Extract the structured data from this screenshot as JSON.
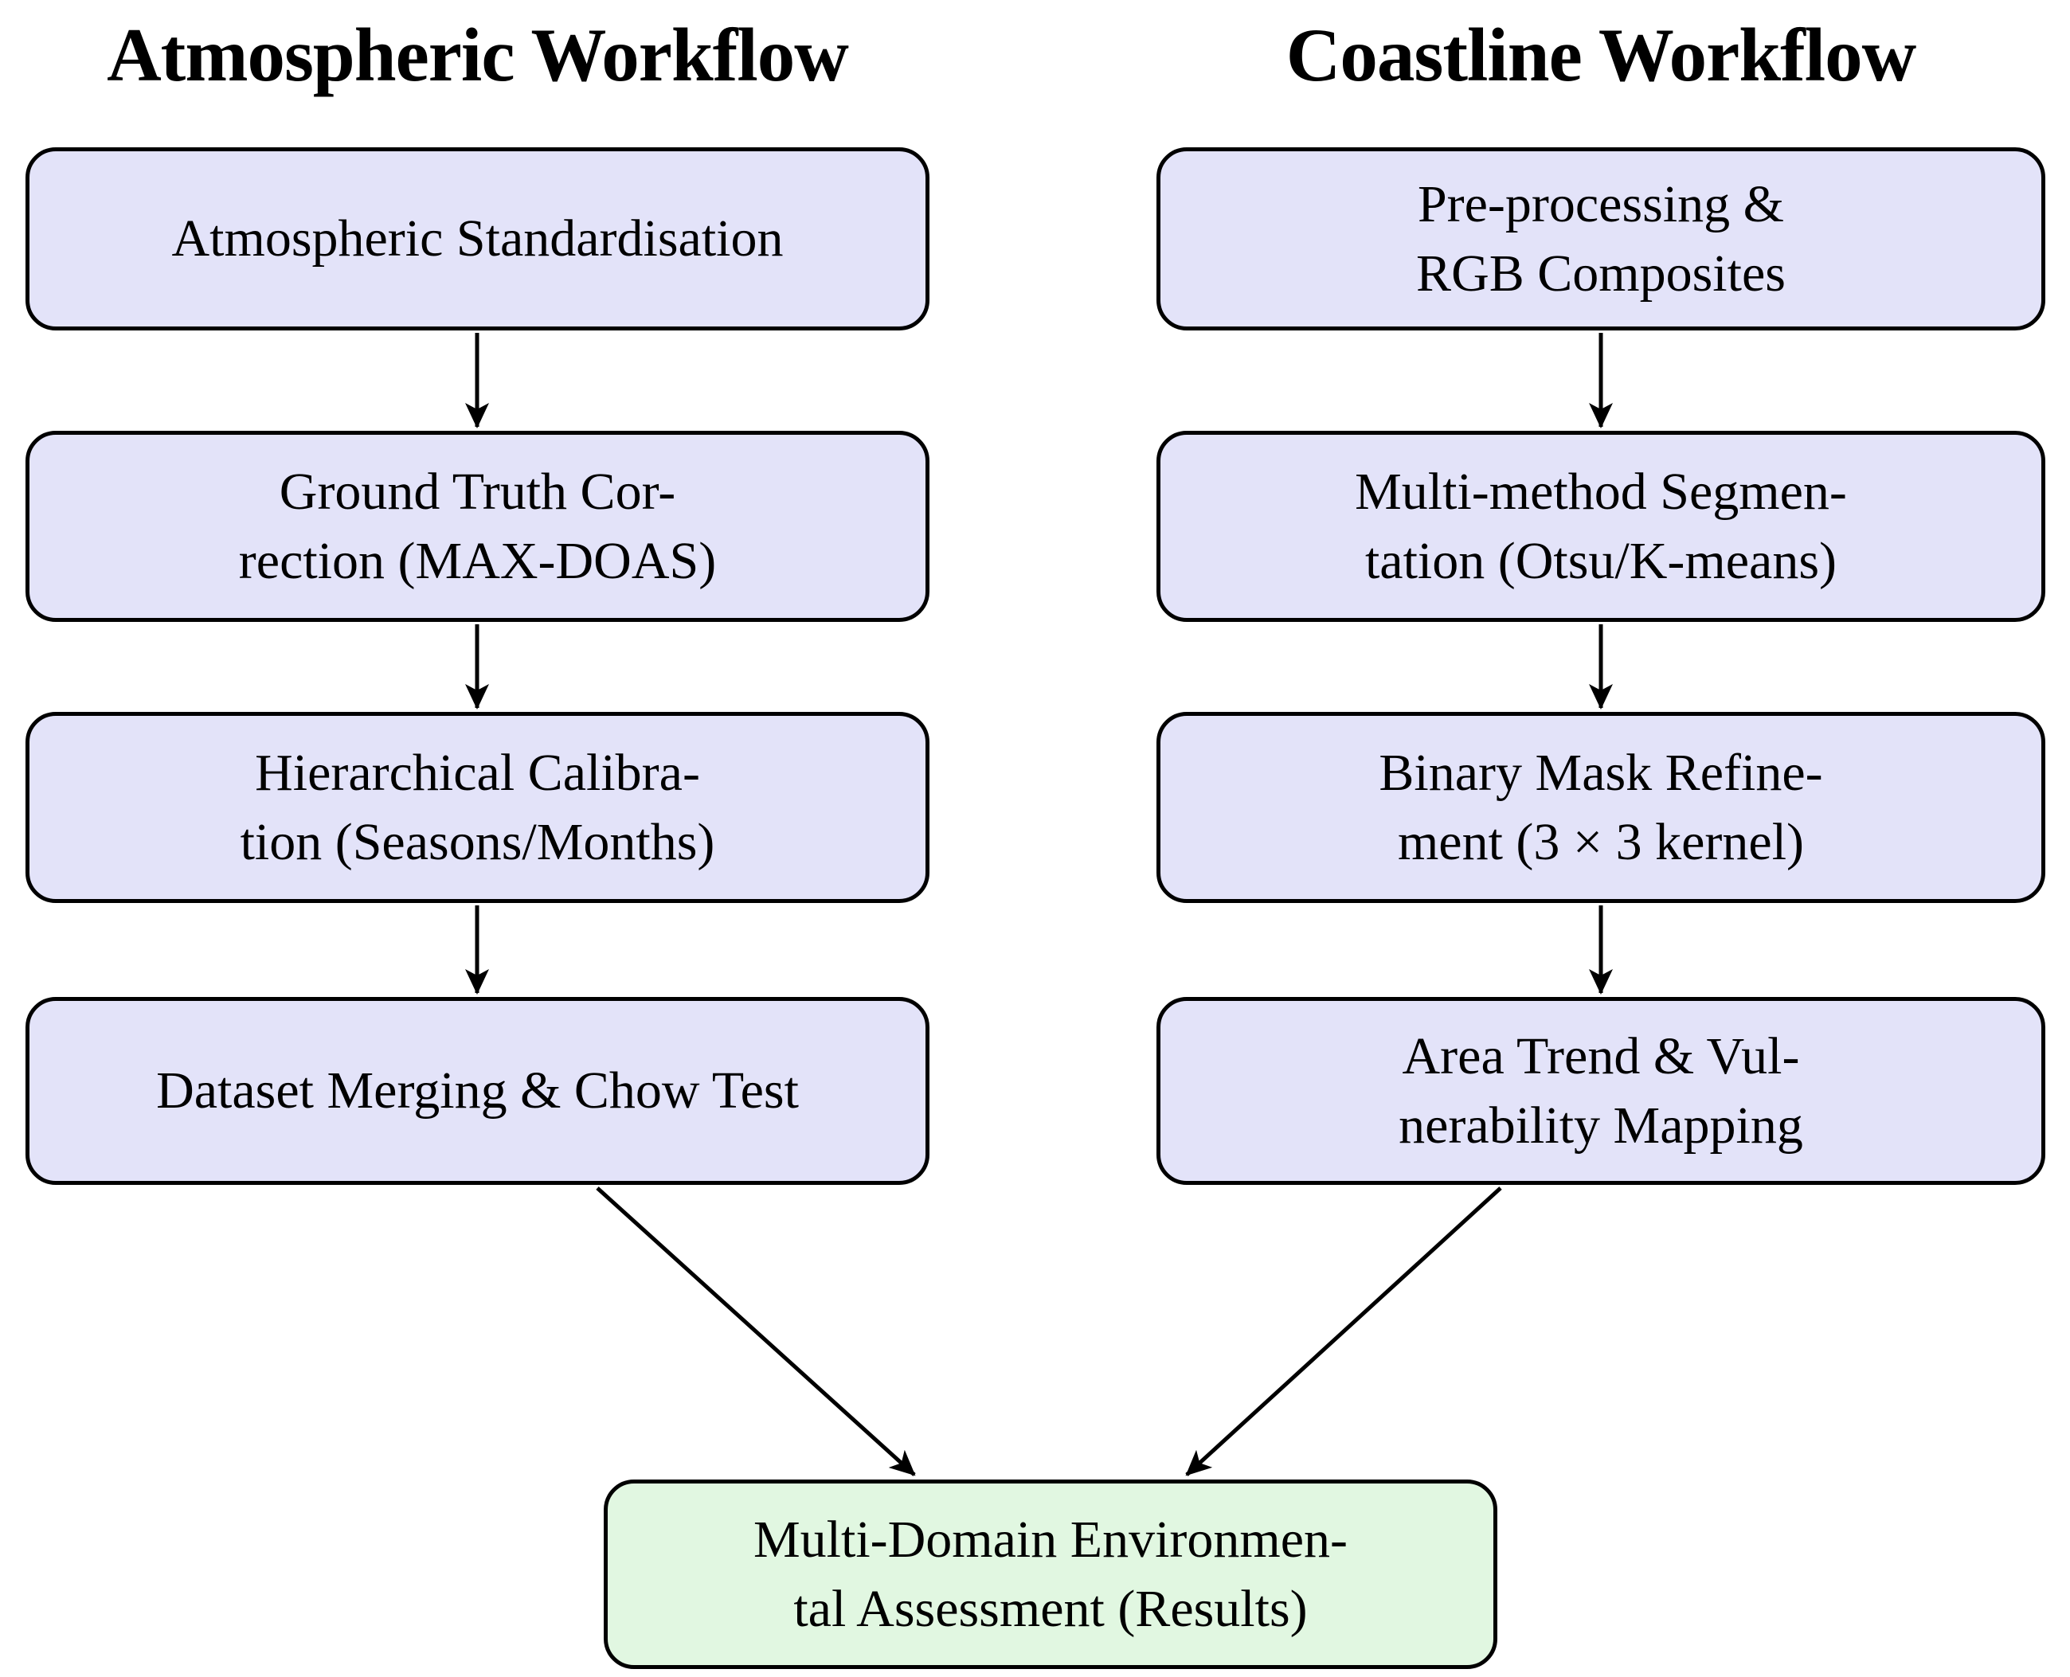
{
  "titles": {
    "left": "Atmospheric Workflow",
    "right": "Coastline Workflow"
  },
  "left_nodes": [
    {
      "line1": "Atmospheric Standardisation"
    },
    {
      "line1": "Ground Truth Cor-",
      "line2": "rection (MAX-DOAS)"
    },
    {
      "line1": "Hierarchical Calibra-",
      "line2": "tion (Seasons/Months)"
    },
    {
      "line1": "Dataset Merging & Chow Test"
    }
  ],
  "right_nodes": [
    {
      "line1": "Pre-processing &",
      "line2": "RGB Composites"
    },
    {
      "line1": "Multi-method Segmen-",
      "line2": "tation (Otsu/K-means)"
    },
    {
      "line1": "Binary Mask Refine-",
      "line2": "ment (3 × 3 kernel)"
    },
    {
      "line1": "Area Trend & Vul-",
      "line2": "nerability Mapping"
    }
  ],
  "result_node": {
    "line1": "Multi-Domain Environmen-",
    "line2": "tal Assessment (Results)"
  },
  "colors": {
    "background": "#FFFFFF",
    "node_fill": "#E3E3F9",
    "result_fill": "#E1F7E1",
    "border": "#000000",
    "arrow": "#000000",
    "text": "#000000"
  }
}
